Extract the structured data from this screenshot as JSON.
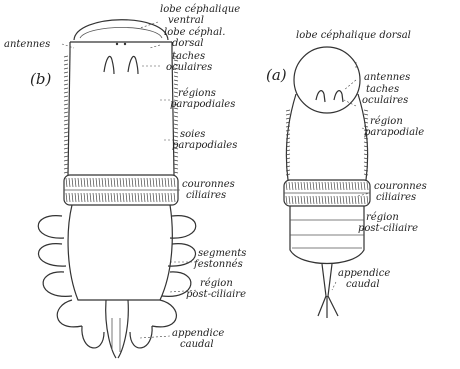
{
  "figure_b": {
    "panel_label": "(b)",
    "labels": {
      "antennes": "antennes",
      "lobe_cephalique_ventral_1": "lobe céphalique",
      "lobe_cephalique_ventral_2": "ventral",
      "lobe_cephal_dorsal_1": "lobe céphal.",
      "lobe_cephal_dorsal_2": "dorsal",
      "taches_oculaires_1": "taches",
      "taches_oculaires_2": "oculaires",
      "regions_parapodiales_1": "régions",
      "regions_parapodiales_2": "parapodiales",
      "soies_parapodiales_1": "soies",
      "soies_parapodiales_2": "parapodiales",
      "couronnes_ciliaires_1": "couronnes",
      "couronnes_ciliaires_2": "ciliaires",
      "segments_festonnes_1": "segments",
      "segments_festonnes_2": "festonnés",
      "region_post_ciliaire_1": "région",
      "region_post_ciliaire_2": "post-ciliaire",
      "appendice_caudal_1": "appendice",
      "appendice_caudal_2": "caudal"
    }
  },
  "figure_a": {
    "panel_label": "(a)",
    "labels": {
      "lobe_cephalique_dorsal": "lobe céphalique dorsal",
      "antennes": "antennes",
      "taches_oculaires_1": "taches",
      "taches_oculaires_2": "oculaires",
      "region_parapodiale_1": "région",
      "region_parapodiale_2": "parapodiale",
      "couronnes_ciliaires_1": "couronnes",
      "couronnes_ciliaires_2": "ciliaires",
      "region_post_ciliaire_1": "région",
      "region_post_ciliaire_2": "post-ciliaire",
      "appendice_caudal_1": "appendice",
      "appendice_caudal_2": "caudal"
    }
  }
}
